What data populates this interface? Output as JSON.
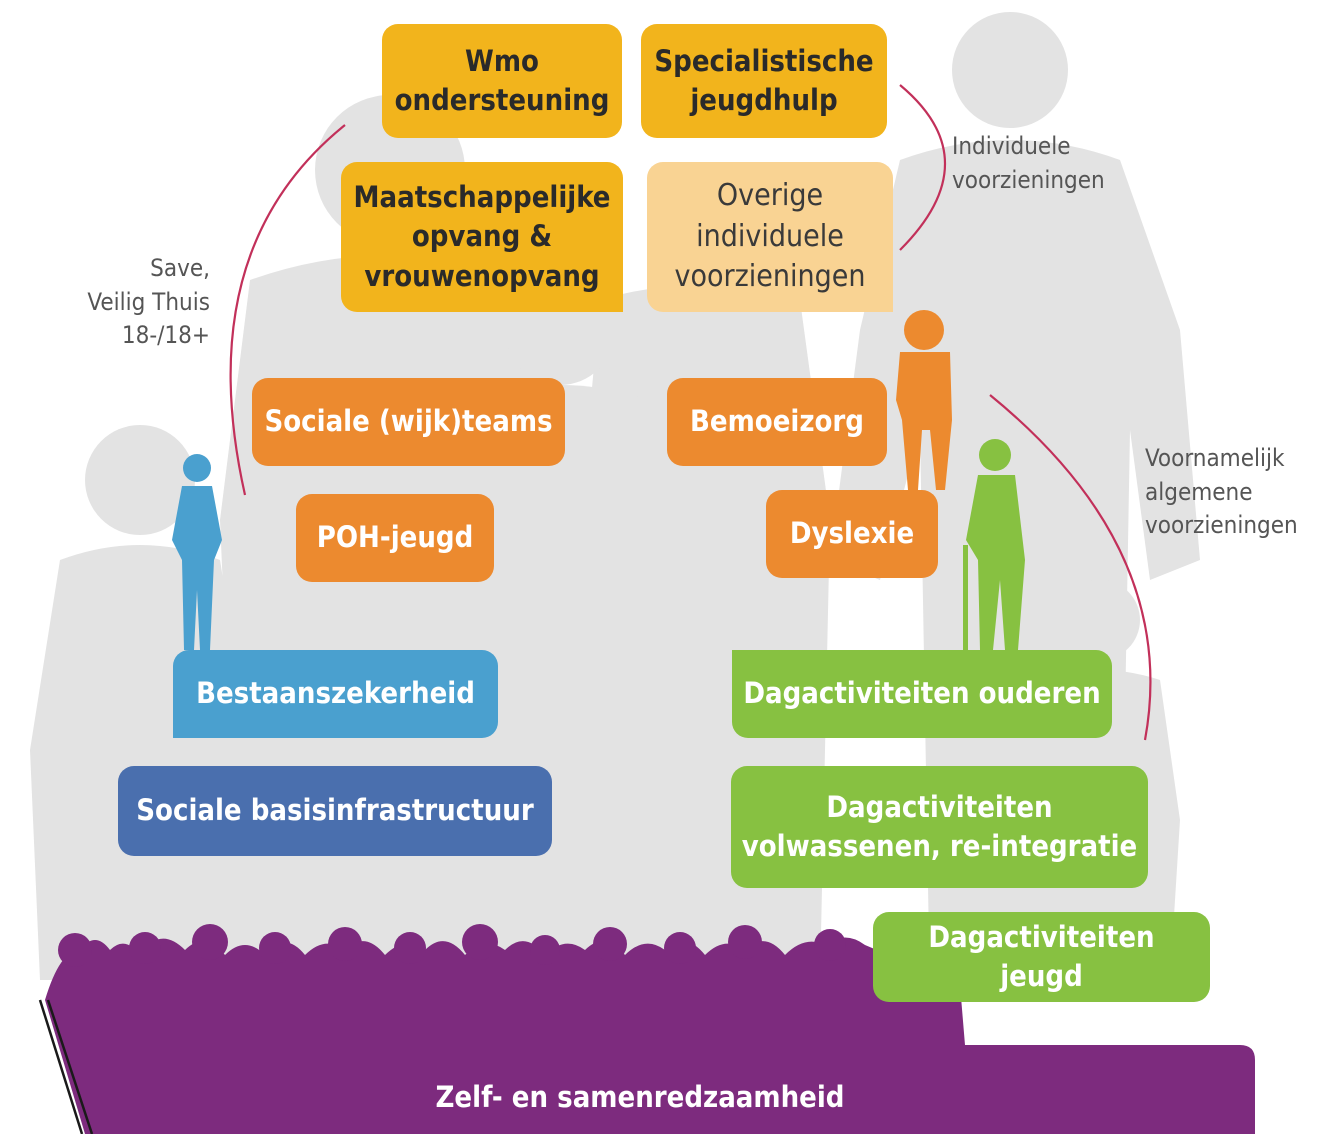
{
  "boxes": {
    "wmo": "Wmo\nondersteuning",
    "specialistische": "Specialistische\njeugdhulp",
    "maatschappelijke": "Maatschappelijke\nopvang &\nvrouwenopvang",
    "overige": "Overige\nindividuele\nvoorzieningen",
    "sociale_wijkteams": "Sociale (wijk)teams",
    "bemoeizorg": "Bemoeizorg",
    "poh_jeugd": "POH-jeugd",
    "dyslexie": "Dyslexie",
    "bestaanszekerheid": "Bestaanszekerheid",
    "dag_ouderen": "Dagactiviteiten ouderen",
    "sociale_basis": "Sociale basisinfrastructuur",
    "dag_volwassenen": "Dagactiviteiten\nvolwassenen, re-integratie",
    "dag_jeugd": "Dagactiviteiten jeugd",
    "zelf": "Zelf- en samenredzaamheid"
  },
  "labels": {
    "save": "Save,\nVeilig Thuis\n18-/18+",
    "individuele": "Individuele\nvoorzieningen",
    "voornamelijk": "Voornamelijk\nalgemene\nvoorzieningen"
  },
  "colors": {
    "yellow": "#f2b41c",
    "pale_orange": "#f9d393",
    "orange": "#ec8a2f",
    "blue": "#4aa0cf",
    "dark_blue": "#4a6fae",
    "green": "#87c141",
    "purple": "#7d2b7e",
    "silhouette": "#e4e4e4",
    "bracket": "#c2305a"
  }
}
